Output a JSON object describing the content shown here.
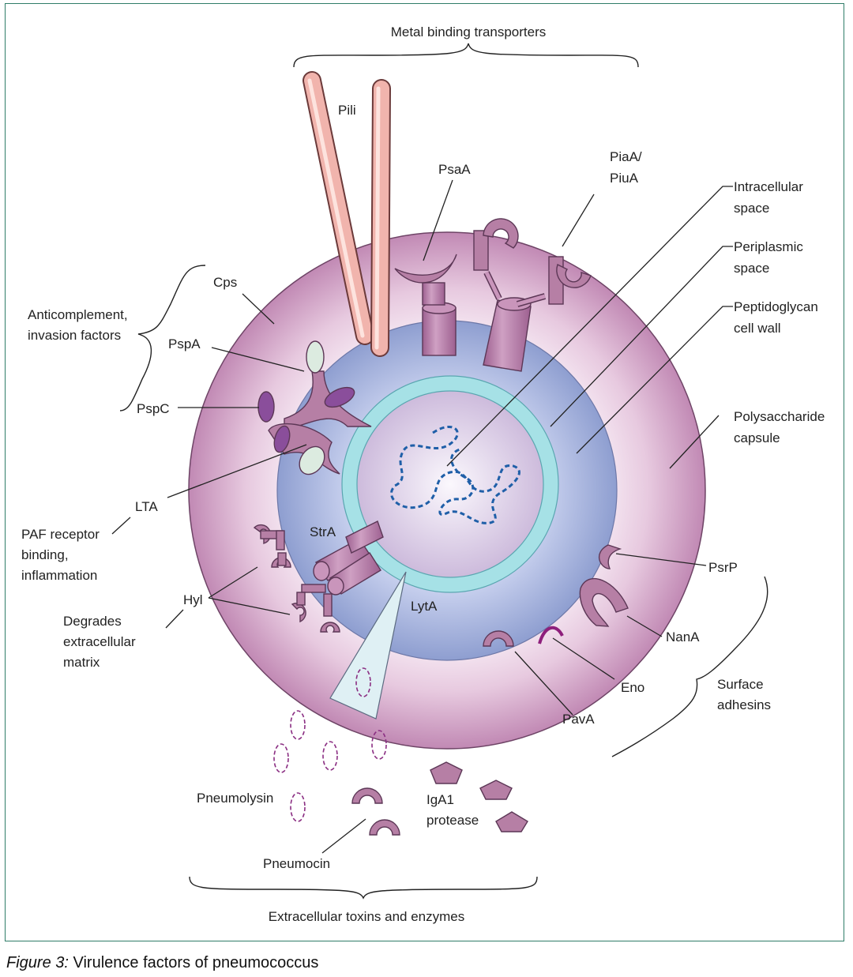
{
  "figure": {
    "label": "Figure 3:",
    "title": "Virulence factors of pneumococcus"
  },
  "groups": {
    "metal_binding": "Metal binding transporters",
    "anticomplement_line1": "Anticomplement,",
    "anticomplement_line2": "invasion factors",
    "paf_line1": "PAF receptor",
    "paf_line2": "binding,",
    "paf_line3": "inflammation",
    "degrades_line1": "Degrades",
    "degrades_line2": "extracellular",
    "degrades_line3": "matrix",
    "surface_line1": "Surface",
    "surface_line2": "adhesins",
    "extracellular": "Extracellular toxins and enzymes"
  },
  "labels": {
    "pili": "Pili",
    "psaa": "PsaA",
    "piaa_line1": "PiaA/",
    "piaa_line2": "PiuA",
    "cps": "Cps",
    "pspa": "PspA",
    "pspc": "PspC",
    "lta": "LTA",
    "hyl": "Hyl",
    "stra": "StrA",
    "lyta": "LytA",
    "psrp": "PsrP",
    "nana": "NanA",
    "eno": "Eno",
    "pava": "PavA",
    "pneumolysin": "Pneumolysin",
    "pneumocin": "Pneumocin",
    "iga1_line1": "IgA1",
    "iga1_line2": "protease"
  },
  "compartments": {
    "intracellular_line1": "Intracellular",
    "intracellular_line2": "space",
    "periplasmic_line1": "Periplasmic",
    "periplasmic_line2": "space",
    "peptidoglycan_line1": "Peptidoglycan",
    "peptidoglycan_line2": "cell wall",
    "polysaccharide_line1": "Polysaccharide",
    "polysaccharide_line2": "capsule"
  },
  "colors": {
    "frame": "#2f7d68",
    "capsule_outer": "#c896b9",
    "capsule_inner": "#f7eef5",
    "cell_wall": "#8fa0d2",
    "membrane": "#9fdfe4",
    "cytoplasm": "#d9c9e3",
    "protein": "#b67fa5",
    "protein_stroke": "#5c3756",
    "pili": "#e7a7a1",
    "dna": "#1f5fa8",
    "pspc_fill": "#8a4e9b",
    "pspa_fill": "#dcebe0",
    "eno_stroke": "#8e1f7c"
  }
}
